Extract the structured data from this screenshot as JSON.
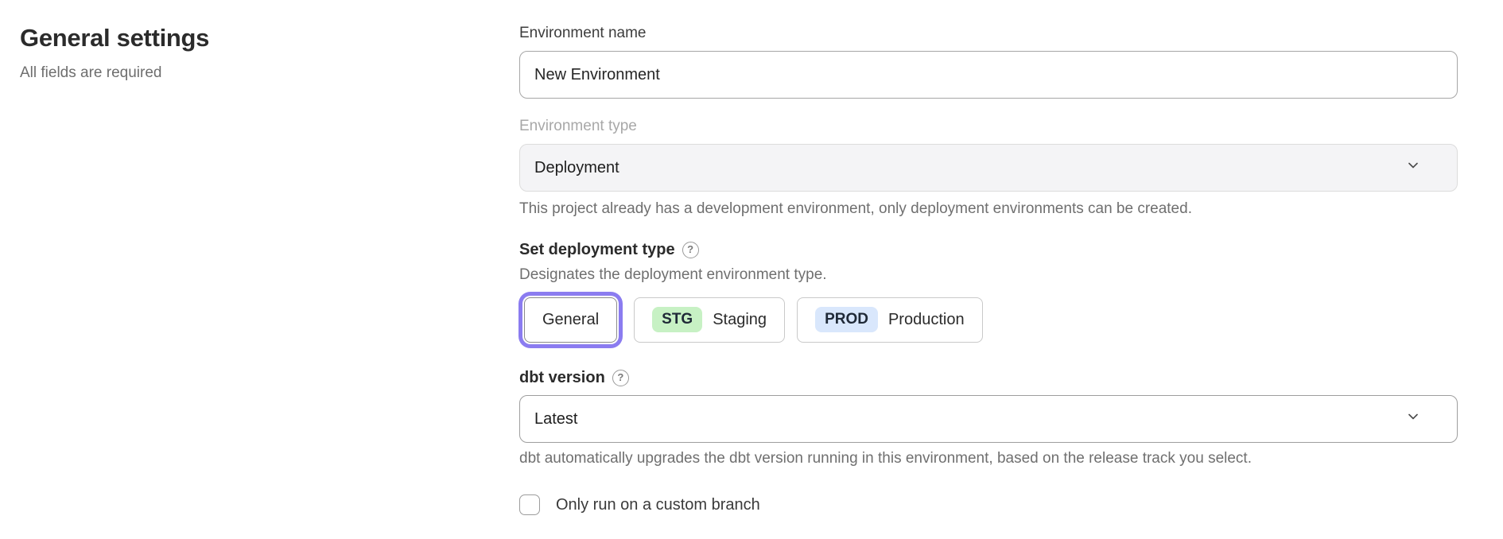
{
  "page": {
    "title": "General settings",
    "subtitle": "All fields are required"
  },
  "form": {
    "environment_name": {
      "label": "Environment name",
      "value": "New Environment"
    },
    "environment_type": {
      "label": "Environment type",
      "value": "Deployment",
      "disabled": true,
      "helper": "This project already has a development environment, only deployment environments can be created."
    },
    "deployment_type": {
      "label": "Set deployment type",
      "help_glyph": "?",
      "helper": "Designates the deployment environment type.",
      "options": [
        {
          "label": "General",
          "selected": true
        },
        {
          "badge": "STG",
          "label": "Staging",
          "badge_color": "#c7f1c4",
          "selected": false
        },
        {
          "badge": "PROD",
          "label": "Production",
          "badge_color": "#d9e7fc",
          "selected": false
        }
      ],
      "selected_ring_color": "#8b7cf0"
    },
    "dbt_version": {
      "label": "dbt version",
      "help_glyph": "?",
      "value": "Latest",
      "helper": "dbt automatically upgrades the dbt version running in this environment, based on the release track you select."
    },
    "custom_branch": {
      "label": "Only run on a custom branch",
      "checked": false
    }
  }
}
